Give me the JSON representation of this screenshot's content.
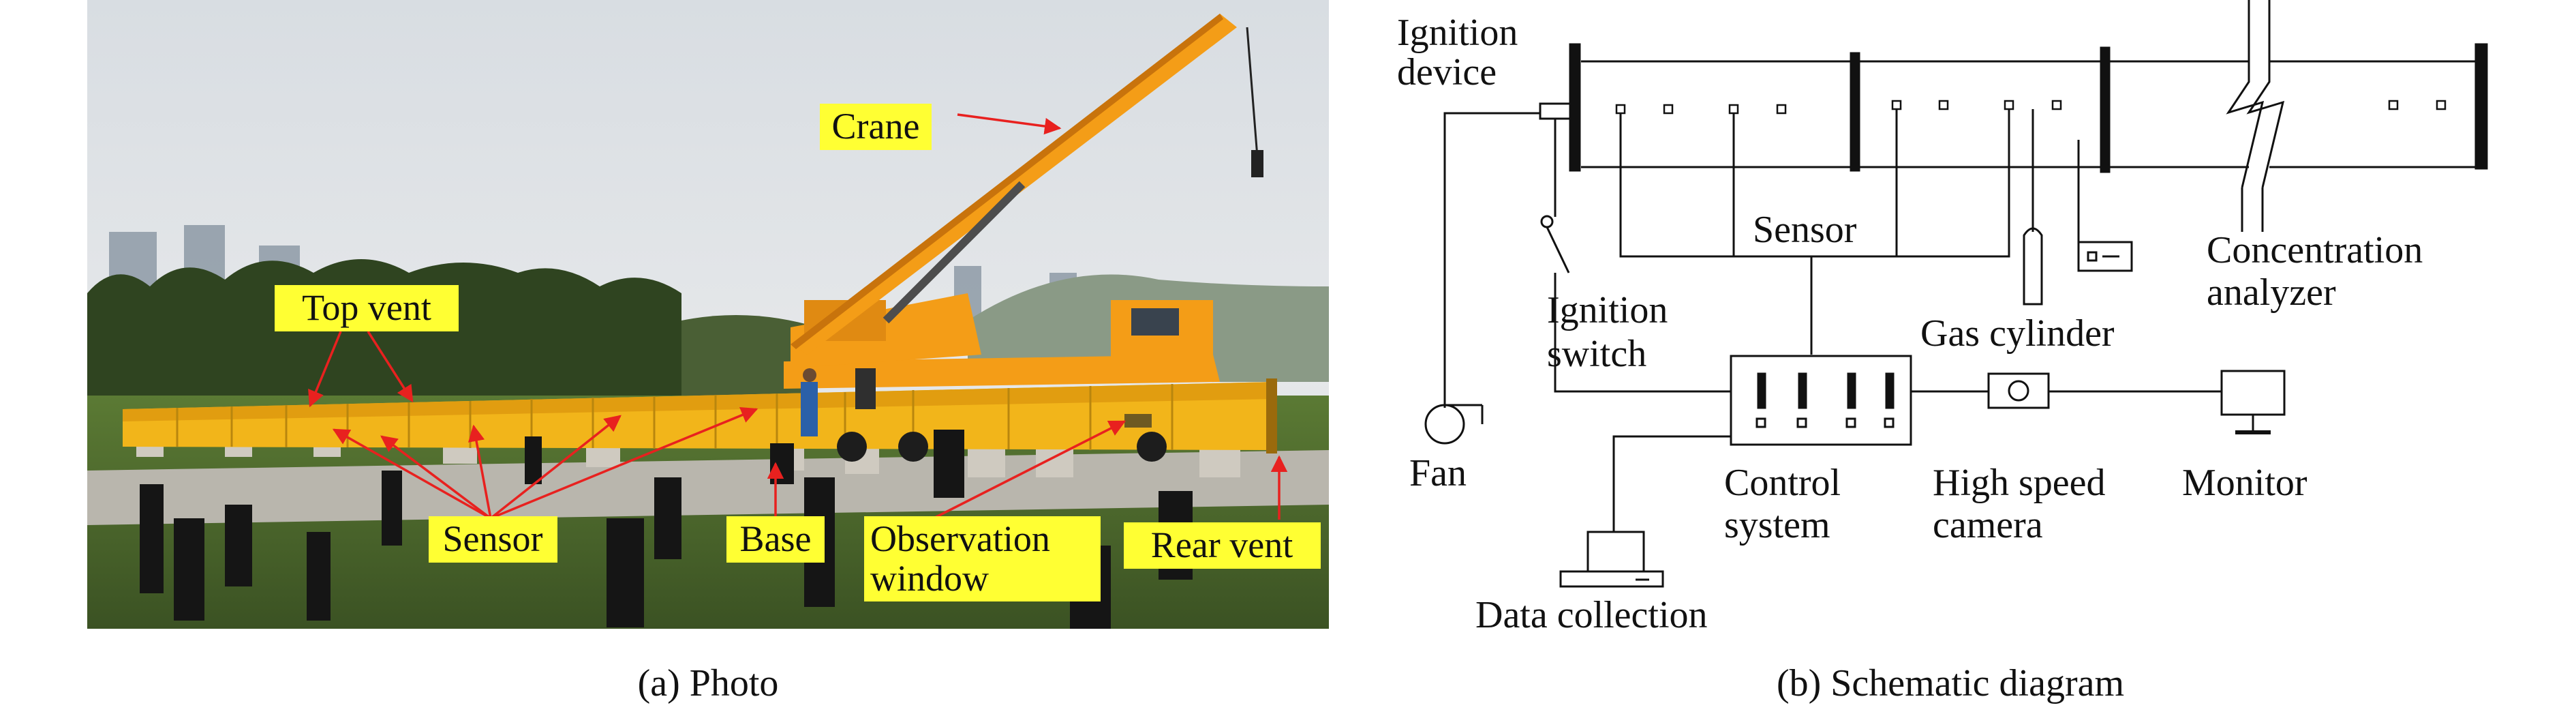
{
  "photo": {
    "labels": {
      "crane": "Crane",
      "top_vent": "Top vent",
      "sensor": "Sensor",
      "base": "Base",
      "observation_window": "Observation\nwindow",
      "rear_vent": "Rear vent"
    },
    "caption": "(a) Photo"
  },
  "schematic": {
    "labels": {
      "ignition_device": "Ignition\ndevice",
      "sensor": "Sensor",
      "concentration_analyzer": "Concentration\nanalyzer",
      "ignition_switch": "Ignition\nswitch",
      "gas_cylinder": "Gas cylinder",
      "fan": "Fan",
      "control_system": "Control\nsystem",
      "high_speed_camera": "High speed\ncamera",
      "monitor": "Monitor",
      "data_collection": "Data collection"
    },
    "caption": "(b) Schematic diagram"
  },
  "colors": {
    "label_bg": "#ffff33",
    "arrow": "#e8211f",
    "pipe": "#f2b51a",
    "crane": "#f49d17",
    "line": "#111111"
  }
}
